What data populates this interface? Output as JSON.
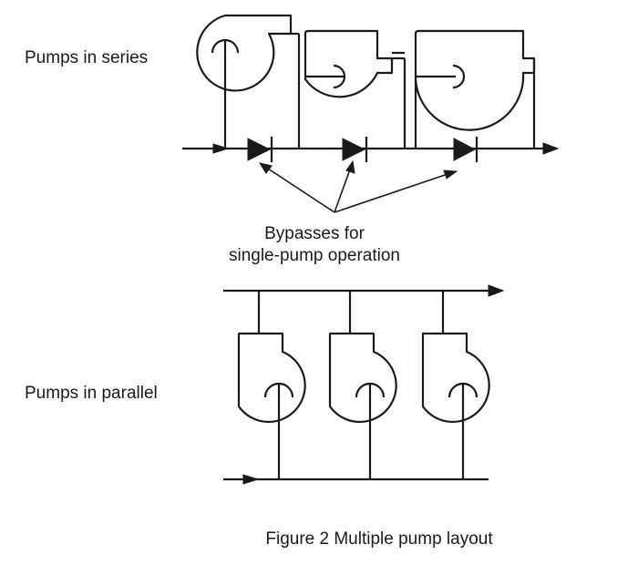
{
  "labels": {
    "series": "Pumps in series",
    "parallel": "Pumps in parallel",
    "bypass_line1": "Bypasses for",
    "bypass_line2": "single-pump operation",
    "caption": "Figure 2 Multiple pump layout"
  },
  "colors": {
    "ink": "#1a1a1a",
    "background": "#ffffff"
  },
  "icons": [
    "centrifugal-pump-icon",
    "check-valve-icon",
    "flow-arrow-icon"
  ]
}
